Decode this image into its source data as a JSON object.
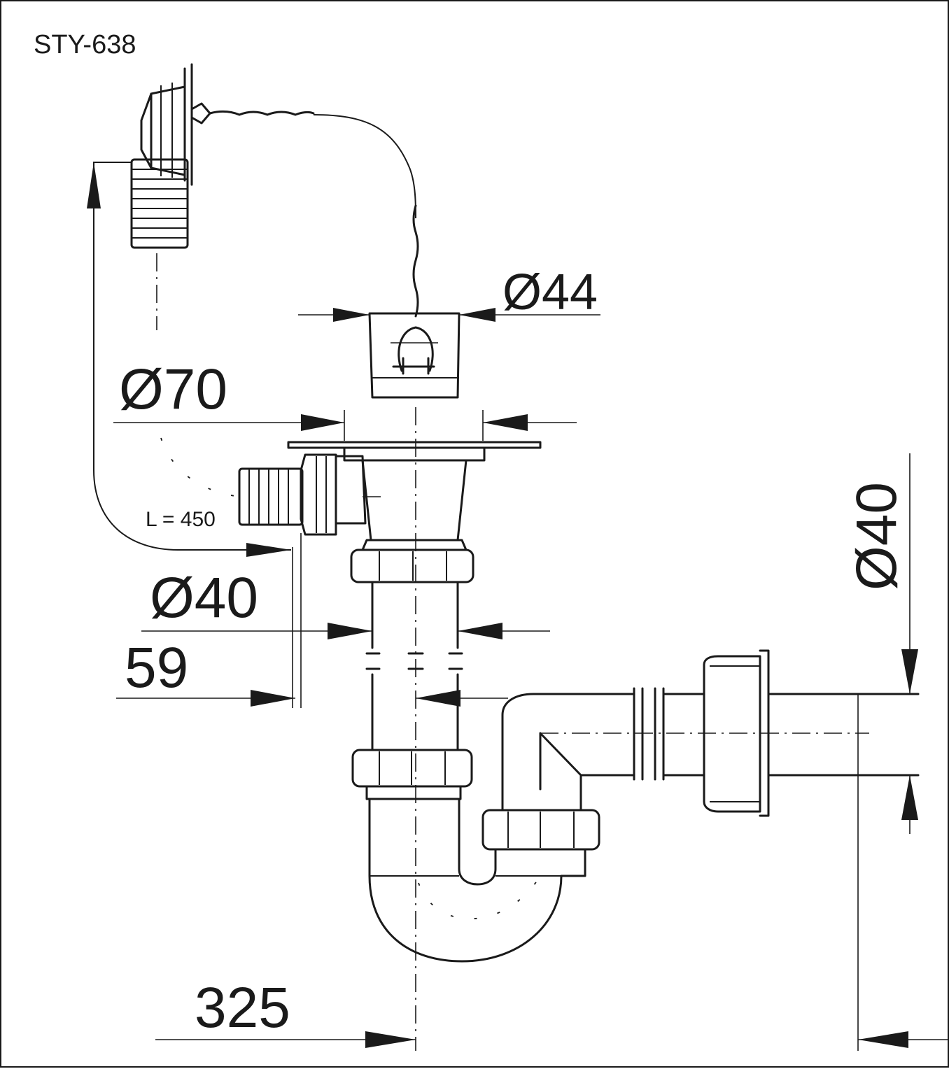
{
  "model_code": "STY-638",
  "dimensions": {
    "plug_diameter": "Ø44",
    "waste_diameter": "Ø70",
    "overflow_hose_length": "L = 450",
    "inlet_diameter": "Ø40",
    "overflow_offset": "59",
    "outlet_diameter": "Ø40",
    "overall_width": "325"
  },
  "icons": [
    "chain-icon",
    "plug-icon",
    "overflow-hose-icon",
    "trap-icon",
    "dimension-arrow-icon"
  ]
}
